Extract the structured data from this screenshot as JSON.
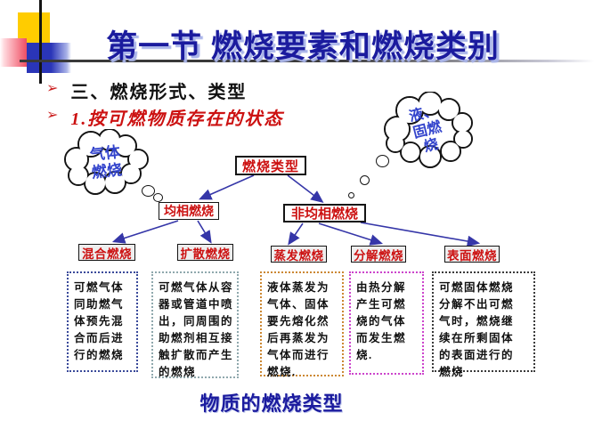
{
  "page": {
    "title": "第一节  燃烧要素和燃烧类别",
    "caption": "物质的燃烧类型"
  },
  "bullets": [
    {
      "marker": "➢",
      "label": "三、燃烧形式、类型"
    },
    {
      "marker": "➢",
      "label": "1.按可燃物质存在的状态"
    }
  ],
  "clouds": [
    {
      "name": "gas-combustion",
      "label": "气体\n燃烧"
    },
    {
      "name": "liquid-solid-combustion",
      "label": "液、\n固燃\n烧"
    }
  ],
  "diagram": {
    "root": "燃烧类型",
    "level2": [
      "均相燃烧",
      "非均相燃烧"
    ],
    "level3": [
      "混合燃烧",
      "扩散燃烧",
      "蒸发燃烧",
      "分解燃烧",
      "表面燃烧"
    ]
  },
  "descriptions": [
    {
      "text": "可燃气体\n同助燃气\n体预先混\n合而后进\n行的燃烧",
      "border_color": "#3a4a9a"
    },
    {
      "text": "可燃气体从容\n器或管道中喷\n出，同周围的\n助燃剂相互接\n触扩散而产生\n的燃烧",
      "border_color": "#8fa8ad"
    },
    {
      "text": "液体蒸发为\n气体、固体\n要先熔化然\n后再蒸发为\n气体而进行\n燃烧.",
      "border_color": "#cc8833"
    },
    {
      "text": "由热分解\n产生可燃\n烧的气体\n而发生燃\n烧.",
      "border_color": "#cc44cc"
    },
    {
      "text": "可燃固体燃烧\n分解不出可燃\n气时，燃烧继\n续在所剩固体\n的表面进行的\n燃烧",
      "border_color": "#3a3a3a"
    }
  ],
  "colors": {
    "title_blue": "#1b1b9e",
    "red_text": "#cc1111",
    "cloud_text_blue": "#3344cc",
    "arrow_blue": "#3536a8",
    "deco_yellow": "#ffcc00",
    "deco_blue": "#2a35b8",
    "deco_pink": "#ef4e63"
  }
}
